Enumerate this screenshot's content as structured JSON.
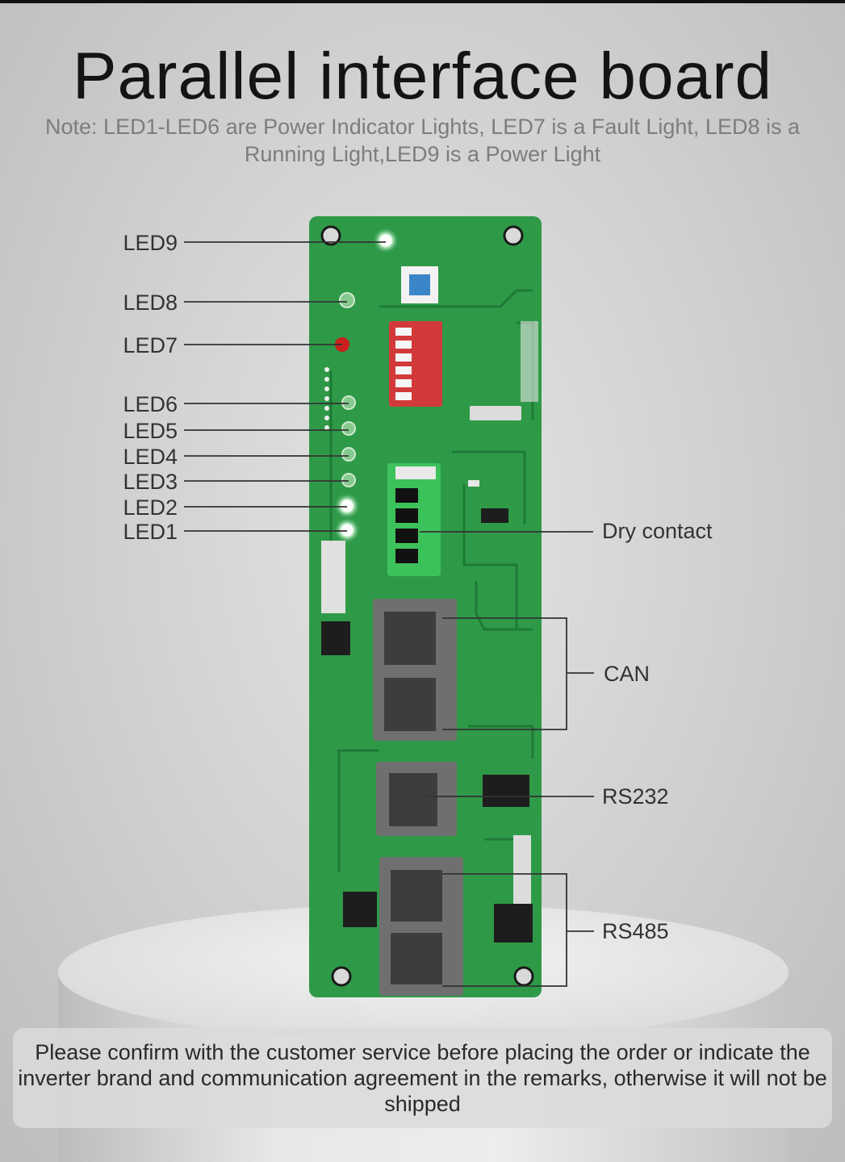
{
  "title": "Parallel interface board",
  "note": "Note: LED1-LED6 are Power Indicator Lights, LED7 is a Fault Light, LED8 is a Running Light,LED9 is a Power Light",
  "callouts": {
    "led9": "LED9",
    "led8": "LED8",
    "led7": "LED7",
    "led6": "LED6",
    "led5": "LED5",
    "led4": "LED4",
    "led3": "LED3",
    "led2": "LED2",
    "led1": "LED1",
    "dry_contact": "Dry contact",
    "can": "CAN",
    "rs232": "RS232",
    "rs485": "RS485"
  },
  "footer": "Please confirm with the customer service before placing the order or indicate the inverter brand and communication agreement in the remarks, otherwise it will not be shipped",
  "colors": {
    "board": "#2e9a48",
    "port": "#6f6f6f",
    "dip_switch": "#d23a3a",
    "terminal": "#3cc25a",
    "fault_led": "#cc1f1f",
    "lit_led": "#d8ffd8"
  }
}
